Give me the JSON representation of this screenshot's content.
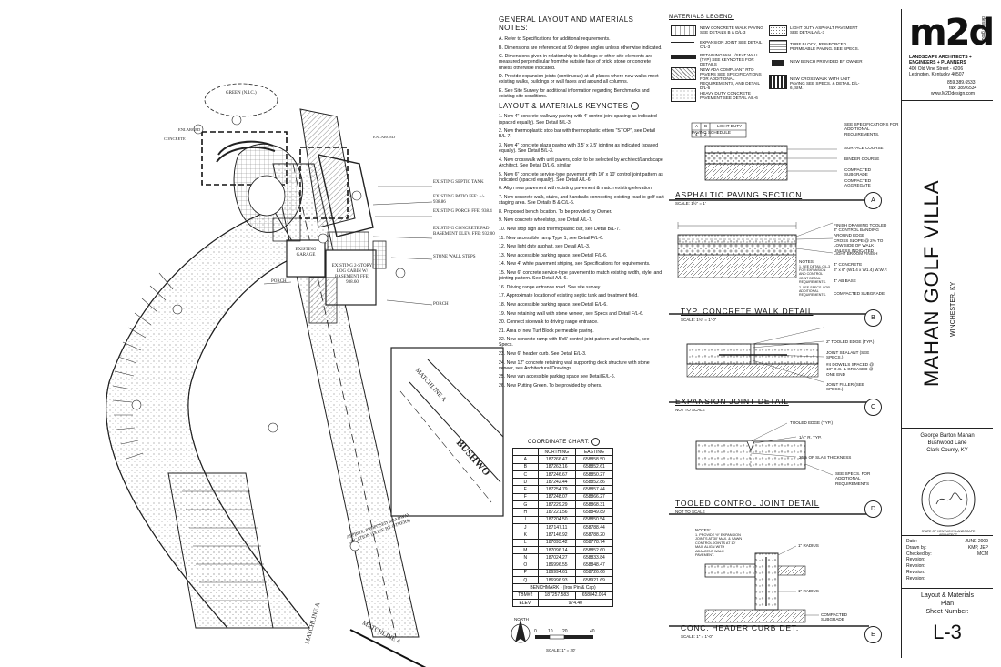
{
  "notes": {
    "title": "GENERAL LAYOUT AND MATERIALS NOTES:",
    "items": [
      "A. Refer to Specifications for additional requirements.",
      "B. Dimensions are referenced at 90 degree angles unless otherwise indicated.",
      "C. Dimensions given in relationship to buildings or other site elements are measured perpendicular from the outside face of brick, stone or concrete unless otherwise indicated.",
      "D. Provide expansion joints (continuous) at all places where new walks meet existing walks, buildings or wall faces and around all columns.",
      "E. See Site Survey for additional information regarding Benchmarks and existing site conditions."
    ]
  },
  "keynotes": {
    "title": "LAYOUT & MATERIALS KEYNOTES",
    "items": [
      "1. New 4\" concrete walkway paving with 4' control joint spacing as indicated (spaced equally). See Detail B/L-3.",
      "2. New thermoplastic stop bar with thermoplastic letters \"STOP\", see Detail B/L-7.",
      "3. New 4\" concrete plaza paving with 3.5' x 3.5' jointing as indicated (spaced equally). See Detail B/L-3.",
      "4. New crosswalk with unit pavers, color to be selected by Architect/Landscape Architect. See Detail D/L-6, similar.",
      "5. New 6\" concrete service-type pavement with 10' x 10' control joint pattern as indicated (spaced equally). See Detail A/L-6.",
      "6. Align new pavement with existing pavement & match existing elevation.",
      "7. New concrete walk, stairs, and handrails connecting existing road to golf cart staging area. See Details B & C/L-6.",
      "8. Proposed bench location. To be provided by Owner.",
      "9. New concrete wheelstop, see Detail A/L-7.",
      "10. New stop sign and thermoplastic bar, see Detail B/L-7.",
      "11. New accessible ramp Type 1, see Detail F/L-6.",
      "12. New light duty asphalt, see Detail A/L-3.",
      "13. New accessible parking space, see Detail F/L-6.",
      "14. New 4\" white pavement striping, see Specifications for requirements.",
      "15. New 6\" concrete service-type pavement to match existing width, style, and jointing pattern. See Detail A/L-6.",
      "16. Driving range entrance road. See site survey.",
      "17. Approximate location of existing septic tank and treatment field.",
      "18. New accessible parking space, see Detail E/L-6.",
      "19. New retaining wall with stone veneer, see Specs and Detail F/L-6.",
      "20. Connect sidewalk to driving range entrance.",
      "21. Area of new Turf Block permeable paving.",
      "22. New concrete ramp with 5'x5' control joint pattern and handrails, see Specs.",
      "23. New 6\" header curb. See Detail E/L-3.",
      "24. New 12\" concrete retaining wall supporting deck structure with stone veneer, see Architectural Drawings.",
      "25. New van accessible parking space see Detail E/L-6.",
      "26. New Putting Green. To be provided by others."
    ]
  },
  "legend": {
    "title": "MATERIALS LEGEND:",
    "items": [
      "NEW CONCRETE WALK PAVING SEE DETAILS B & D/L-3",
      "EXPANSION JOINT SEE DETAIL C/L-3",
      "RETAINING WALL/SEAT WALL (TYP) SEE KEYNOTES FOR DETAILS",
      "NEW ADA COMPLIANT RTD PAVERS SEE SPECIFICATIONS FOR ADDITIONAL REQUIREMENTS, AND DETAIL D/L-6",
      "HEAVY DUTY CONCRETE PAVEMENT SEE DETAIL A/L-6",
      "LIGHT DUTY ASPHALT PAVEMENT SEE DETAIL A/L-3",
      "TURF BLOCK, REINFORCED PERMEABLE PAVING. SEE SPECS.",
      "NEW BENCH PROVIDED BY OWNER",
      "NEW CROSSWALK WITH UNIT PAVING SEE SPECS. & DETAIL D/L-6, SIM."
    ]
  },
  "coord_chart": {
    "title": "COORDINATE CHART:",
    "headers": [
      "",
      "NORTHING",
      "EASTING"
    ],
    "rows": [
      [
        "A",
        "187266.47",
        "658858.50"
      ],
      [
        "B",
        "187263.16",
        "658852.61"
      ],
      [
        "C",
        "187246.67",
        "658850.27"
      ],
      [
        "D",
        "187242.44",
        "658852.86"
      ],
      [
        "E",
        "187254.79",
        "658857.44"
      ],
      [
        "F",
        "187248.07",
        "658866.27"
      ],
      [
        "G",
        "187229.29",
        "658868.31"
      ],
      [
        "H",
        "187221.56",
        "658849.89"
      ],
      [
        "I",
        "187204.50",
        "658850.54"
      ],
      [
        "J",
        "187147.11",
        "658788.44"
      ],
      [
        "K",
        "187146.92",
        "658788.20"
      ],
      [
        "L",
        "187093.42",
        "658778.74"
      ],
      [
        "M",
        "187096.14",
        "658852.60"
      ],
      [
        "N",
        "187024.27",
        "658833.84"
      ],
      [
        "O",
        "186996.55",
        "658848.47"
      ],
      [
        "P",
        "186994.61",
        "658726.66"
      ],
      [
        "Q",
        "186996.93",
        "658921.69"
      ]
    ],
    "benchmark_label": "BENCHMARK - (Iron Pin & Cap)",
    "benchmark_row": [
      "TBM#2",
      "187257.583",
      "658842.064"
    ],
    "elev_row": [
      "ELEV.",
      "974.40"
    ]
  },
  "north": {
    "label": "NORTH",
    "scale_label": "SCALE: 1\" = 20'",
    "ticks": [
      "0",
      "10",
      "20",
      "40"
    ]
  },
  "details": {
    "a": {
      "title": "ASPHALTIC PAVING SECTION",
      "scale": "SCALE: 1½\" = 1'",
      "tag": "A"
    },
    "b": {
      "title": "TYP. CONCRETE WALK DETAIL",
      "scale": "SCALE: 1½\" = 1'-0\"",
      "tag": "B"
    },
    "c": {
      "title": "EXPANSION JOINT DETAIL",
      "scale": "NOT TO SCALE",
      "tag": "C"
    },
    "d": {
      "title": "TOOLED CONTROL JOINT DETAIL",
      "scale": "NOT TO SCALE",
      "tag": "D"
    },
    "e": {
      "title": "CONC. HEADER CURB DET.",
      "scale": "SCALE: 1\" = 1'-0\"",
      "tag": "E"
    }
  },
  "detail_callouts": {
    "paving_schedule": "PAVING SCHEDULE",
    "paving_cols": [
      "A",
      "B",
      "LIGHT DUTY",
      "4",
      "2"
    ],
    "a_notes": [
      "SEE SPECIFICATIONS FOR ADDITIONAL REQUIREMENTS.",
      "SURFACE COURSE",
      "BINDER COURSE",
      "COMPACTED SUBGRADE",
      "COMPACTED AGGREGATE"
    ],
    "b_notes": [
      "FINISH DRAWING TOOLED 3\" CONTROL BANDING AROUND EDGE",
      "CROSS SLOPE @ 2% TO LOW SIDE OF WALK UNLESS INDICATED",
      "LIGHT BROOM FINISH",
      "4\" CONCRETE",
      "6\" x 6\" (W1.4 x W1.4) W.W.F.",
      "4\" AB BASE",
      "COMPACTED SUBGRADE"
    ],
    "b_notes2": [
      "NOTES:",
      "1. SEE DETAIL C/L-3 FOR EXPANSION AND CONTROL JOINT DETAIL REQUIREMENTS.",
      "2. SEE SPECS. FOR ADDITIONAL REQUIREMENTS."
    ],
    "c_notes": [
      "2\" TOOLED EDGE (TYP.)",
      "JOINT SEALANT (SEE SPECS.)",
      "#4 DOWELS SPACED @ 18\" O.C. & GREASED @ ONE END",
      "JOINT FILLER (SEE SPECS.)"
    ],
    "d_notes": [
      "TOOLED EDGE (TYP.)",
      "1/4\" R. TYP.",
      "25% OF SLAB THICKNESS",
      "SEE SPECS. FOR ADDITIONAL REQUIREMENTS"
    ],
    "e_notes": [
      "NOTES:",
      "1. PROVIDE ½\" EXPANSION JOINTS AT 30' MAX. & SAWN CONTROL JOINTS AT 10' MAX. ALIGN WITH ADJACENT WALK PAVEMENT.",
      "1\" RADIUS",
      "1\" RADIUS",
      "COMPACTED SUBGRADE"
    ]
  },
  "plan_labels": {
    "green": "GREEN (N.I.C.)",
    "enlarged_1": "ENLARGED",
    "enlarged_2": "ENLARGED",
    "concrete": "CONCRETE",
    "septic": "EXISTING SEPTIC TANK",
    "patio": "EXISTING PATIO FFE: +/- 938.86",
    "porch_ffe": "EXISTING PORCH FFE: 938.4",
    "concrete_pad": "EXISTING CONCRETE PAD BASEMENT ELEV. FFE: 932.00",
    "stone_wall": "STONE WALL STEPS",
    "porch_1": "PORCH",
    "porch_2": "PORCH",
    "garage": "EXISTING GARAGE",
    "cabin": "EXISTING 2-STORY LOG CABIN W/ BASEMENT FFE: 938.60",
    "roadway": "APPROX. PROPOSED ROADWAY LOCATION (DONE BY OTHERS)",
    "matchline_1": "MATCHLINE A",
    "matchline_2": "MATCHLINE A",
    "matchline_3": "MATCHLINE A",
    "bushwo": "BUSHWO"
  },
  "title_block": {
    "firm_line1": "LANDSCAPE ARCHITECTS +",
    "firm_line2": "ENGINEERS + PLANNERS",
    "address1": "400 Old Vine Street - #206",
    "address2": "Lexington, Kentucky 40507",
    "phone": "859.389.6533",
    "fax": "fax: 389.6534",
    "web": "www.M2Ddesign.com",
    "logo": "m2d",
    "logo_sub": "design group",
    "project": "MAHAN GOLF VILLA",
    "location": "WINCHESTER, KY",
    "owner1": "George Barton Mahan",
    "owner2": "Bushwood Lane",
    "owner3": "Clark County, KY",
    "seal_text": "STATE OF KENTUCKY LANDSCAPE ARCHITECT",
    "date_label": "Date:",
    "date": "JUNE 2009",
    "drawn_label": "Drawn by:",
    "drawn": "KMP, JEP",
    "checked_label": "Checked by:",
    "checked": "MCM",
    "revision_label": "Revision:",
    "sheet_title1": "Layout & Materials",
    "sheet_title2": "Plan",
    "sheet_number_label": "Sheet Number:",
    "sheet_number": "L-3"
  }
}
